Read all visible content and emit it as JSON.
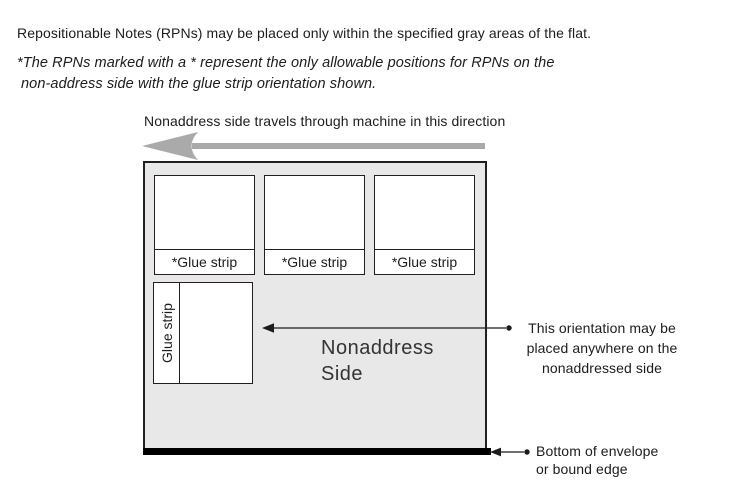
{
  "figure": {
    "intro": "Repositionable Notes (RPNs) may be placed only within the specified gray areas of the flat.",
    "note_lines": [
      "*The RPNs marked with a * represent the only allowable positions for RPNs on the",
      "non-address side with the glue strip orientation shown."
    ],
    "direction_label": "Nonaddress side travels through machine in this direction",
    "flat": {
      "rpns_horizontal": [
        {
          "glue_label": "*Glue strip"
        },
        {
          "glue_label": "*Glue strip"
        },
        {
          "glue_label": "*Glue strip"
        }
      ],
      "rpn_vertical": {
        "glue_label": "Glue strip"
      },
      "side_label_lines": [
        "Nonaddress",
        "Side"
      ]
    },
    "annotations": {
      "orientation_lines": [
        "This orientation may be",
        "placed anywhere on the",
        "nonaddressed side"
      ],
      "bottom_lines": [
        "Bottom of envelope",
        "or bound edge"
      ]
    },
    "colors": {
      "flat_fill": "#e8e8e8",
      "outline": "#231f20",
      "direction_arrow": "#aaaaaa",
      "pointer_line": "#1c1c1c",
      "bottom_edge": "#000000"
    }
  }
}
